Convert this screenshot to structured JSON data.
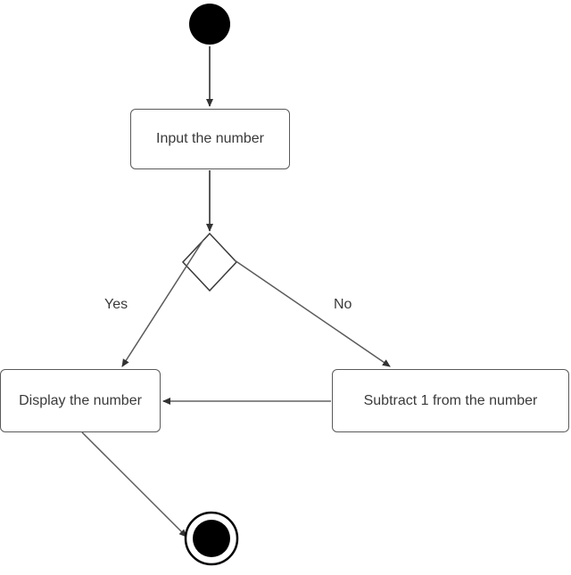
{
  "diagram": {
    "nodes": {
      "start": {
        "kind": "initial-node"
      },
      "input": {
        "kind": "action",
        "label": "Input the number"
      },
      "decision": {
        "kind": "decision"
      },
      "display": {
        "kind": "action",
        "label": "Display the number"
      },
      "subtract": {
        "kind": "action",
        "label": "Subtract 1 from the number"
      },
      "end": {
        "kind": "final-node"
      }
    },
    "edges": [
      {
        "from": "start",
        "to": "input",
        "label": ""
      },
      {
        "from": "input",
        "to": "decision",
        "label": ""
      },
      {
        "from": "decision",
        "to": "display",
        "label": "Yes"
      },
      {
        "from": "decision",
        "to": "subtract",
        "label": "No"
      },
      {
        "from": "subtract",
        "to": "display",
        "label": ""
      },
      {
        "from": "display",
        "to": "end",
        "label": ""
      }
    ],
    "labels": {
      "yes": "Yes",
      "no": "No"
    },
    "colors": {
      "stroke": "#5a5a5a",
      "fill": "#000000",
      "text": "#3a3a3a",
      "background": "#ffffff"
    }
  }
}
